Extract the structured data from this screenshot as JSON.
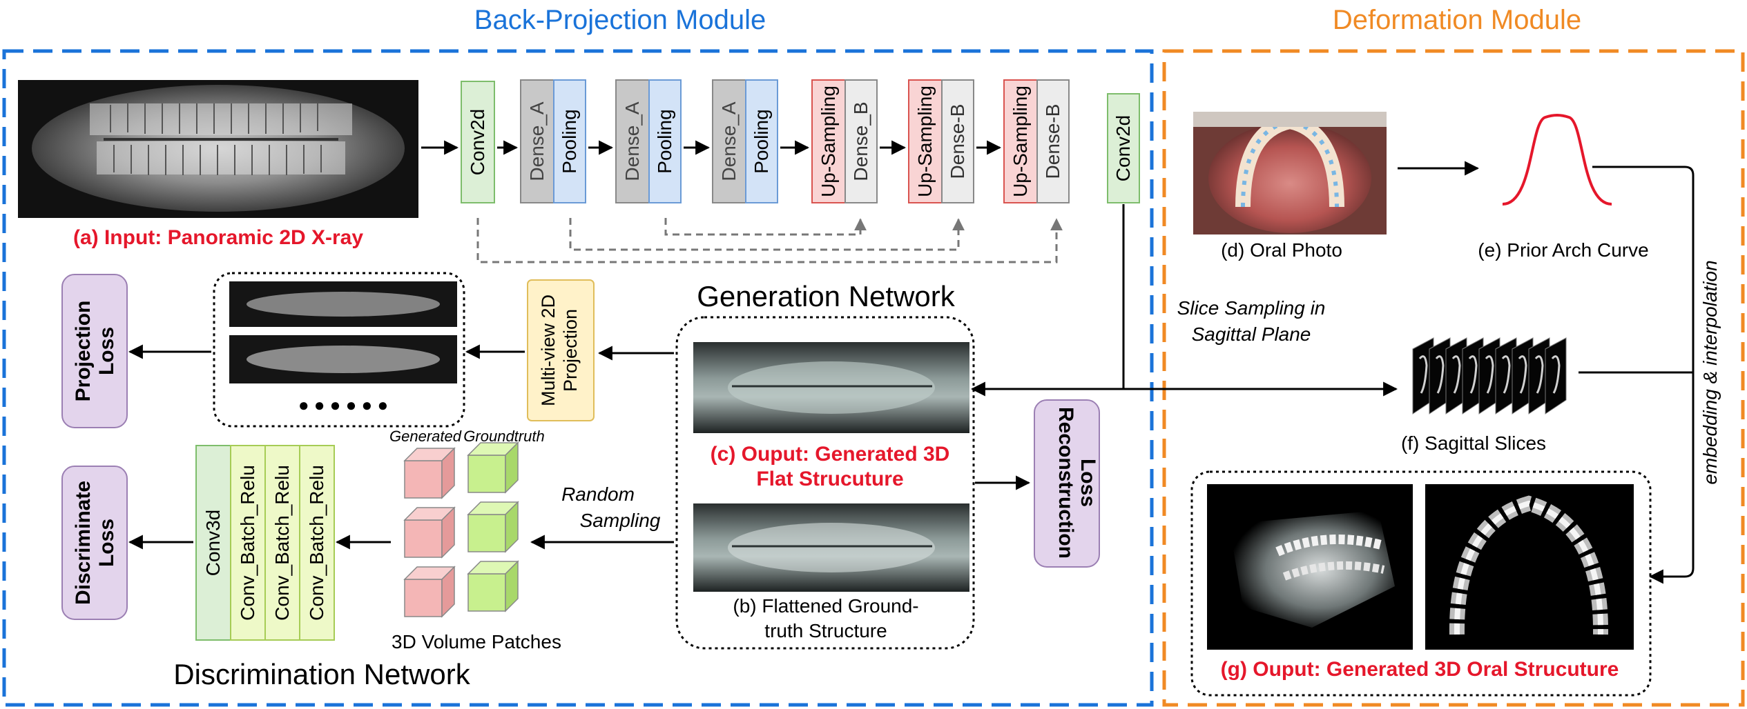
{
  "modules": {
    "back_projection": "Back-Projection Module",
    "deformation": "Deformation Module"
  },
  "colors": {
    "bp_blue": "#1a73d9",
    "def_orange": "#f08a24",
    "red_text": "#e5172b",
    "conv2d_fill": "#dcefd6",
    "conv2d_stroke": "#7dbd6b",
    "dense_gray": "#c8c8c8",
    "dense_light": "#ececec",
    "pool_blue": "#d3e3f7",
    "upsample_pink": "#f9d4d4",
    "upsample_stroke": "#d9534f",
    "loss_purple": "#e3d4ec",
    "proj_yellow": "#fff2c9",
    "cube_red": "#f4b6b6",
    "cube_green": "#c8f08e"
  },
  "input_label": "(a) Input: Panoramic 2D X-ray",
  "network_blocks": {
    "conv2d_in": "Conv2d",
    "dense1": "Dense_A",
    "pool1": "Pooling",
    "dense2": "Dense_A",
    "pool2": "Pooling",
    "dense3": "Dense_A",
    "pool3": "Pooling",
    "up1": "Up-Sampling",
    "dense_b1": "Dense_B",
    "up2": "Up-Sampling",
    "dense_b2": "Dense-B",
    "up3": "Up-Sampling",
    "dense_b3": "Dense-B",
    "conv2d_out": "Conv2d"
  },
  "generation_network": "Generation Network",
  "output_label_line1": "(c) Ouput: Generated 3D",
  "output_label_line2": "Flat Strucuture",
  "groundtruth_label_line1": "(b) Flattened Ground-",
  "groundtruth_label_line2": "truth Structure",
  "reconstruction_loss": [
    "Reconstruction",
    "Loss"
  ],
  "projection_loss": [
    "Projection",
    "Loss"
  ],
  "discriminate_loss": [
    "Discriminate",
    "Loss"
  ],
  "multiview": [
    "Multi-view 2D",
    "Projection"
  ],
  "dots": "● ● ● ● ● ●",
  "patches": {
    "generated": "Generated",
    "groundtruth": "Groundtruth",
    "caption": "3D Volume Patches"
  },
  "random_sampling": [
    "Random",
    "Sampling"
  ],
  "disc_blocks": {
    "conv3d": "Conv3d",
    "cbr1": "Conv_Batch_Relu",
    "cbr2": "Conv_Batch_Relu",
    "cbr3": "Conv_Batch_Relu"
  },
  "discrimination_network": "Discrimination Network",
  "oral_photo": "(d) Oral Photo",
  "prior_arch": "(e) Prior Arch Curve",
  "slice_sampling": [
    "Slice Sampling in",
    "Sagittal Plane"
  ],
  "sagittal_slices": "(f) Sagittal Slices",
  "embedding": "embedding & interpolation",
  "final_output": "(g) Ouput: Generated 3D Oral Strucuture"
}
